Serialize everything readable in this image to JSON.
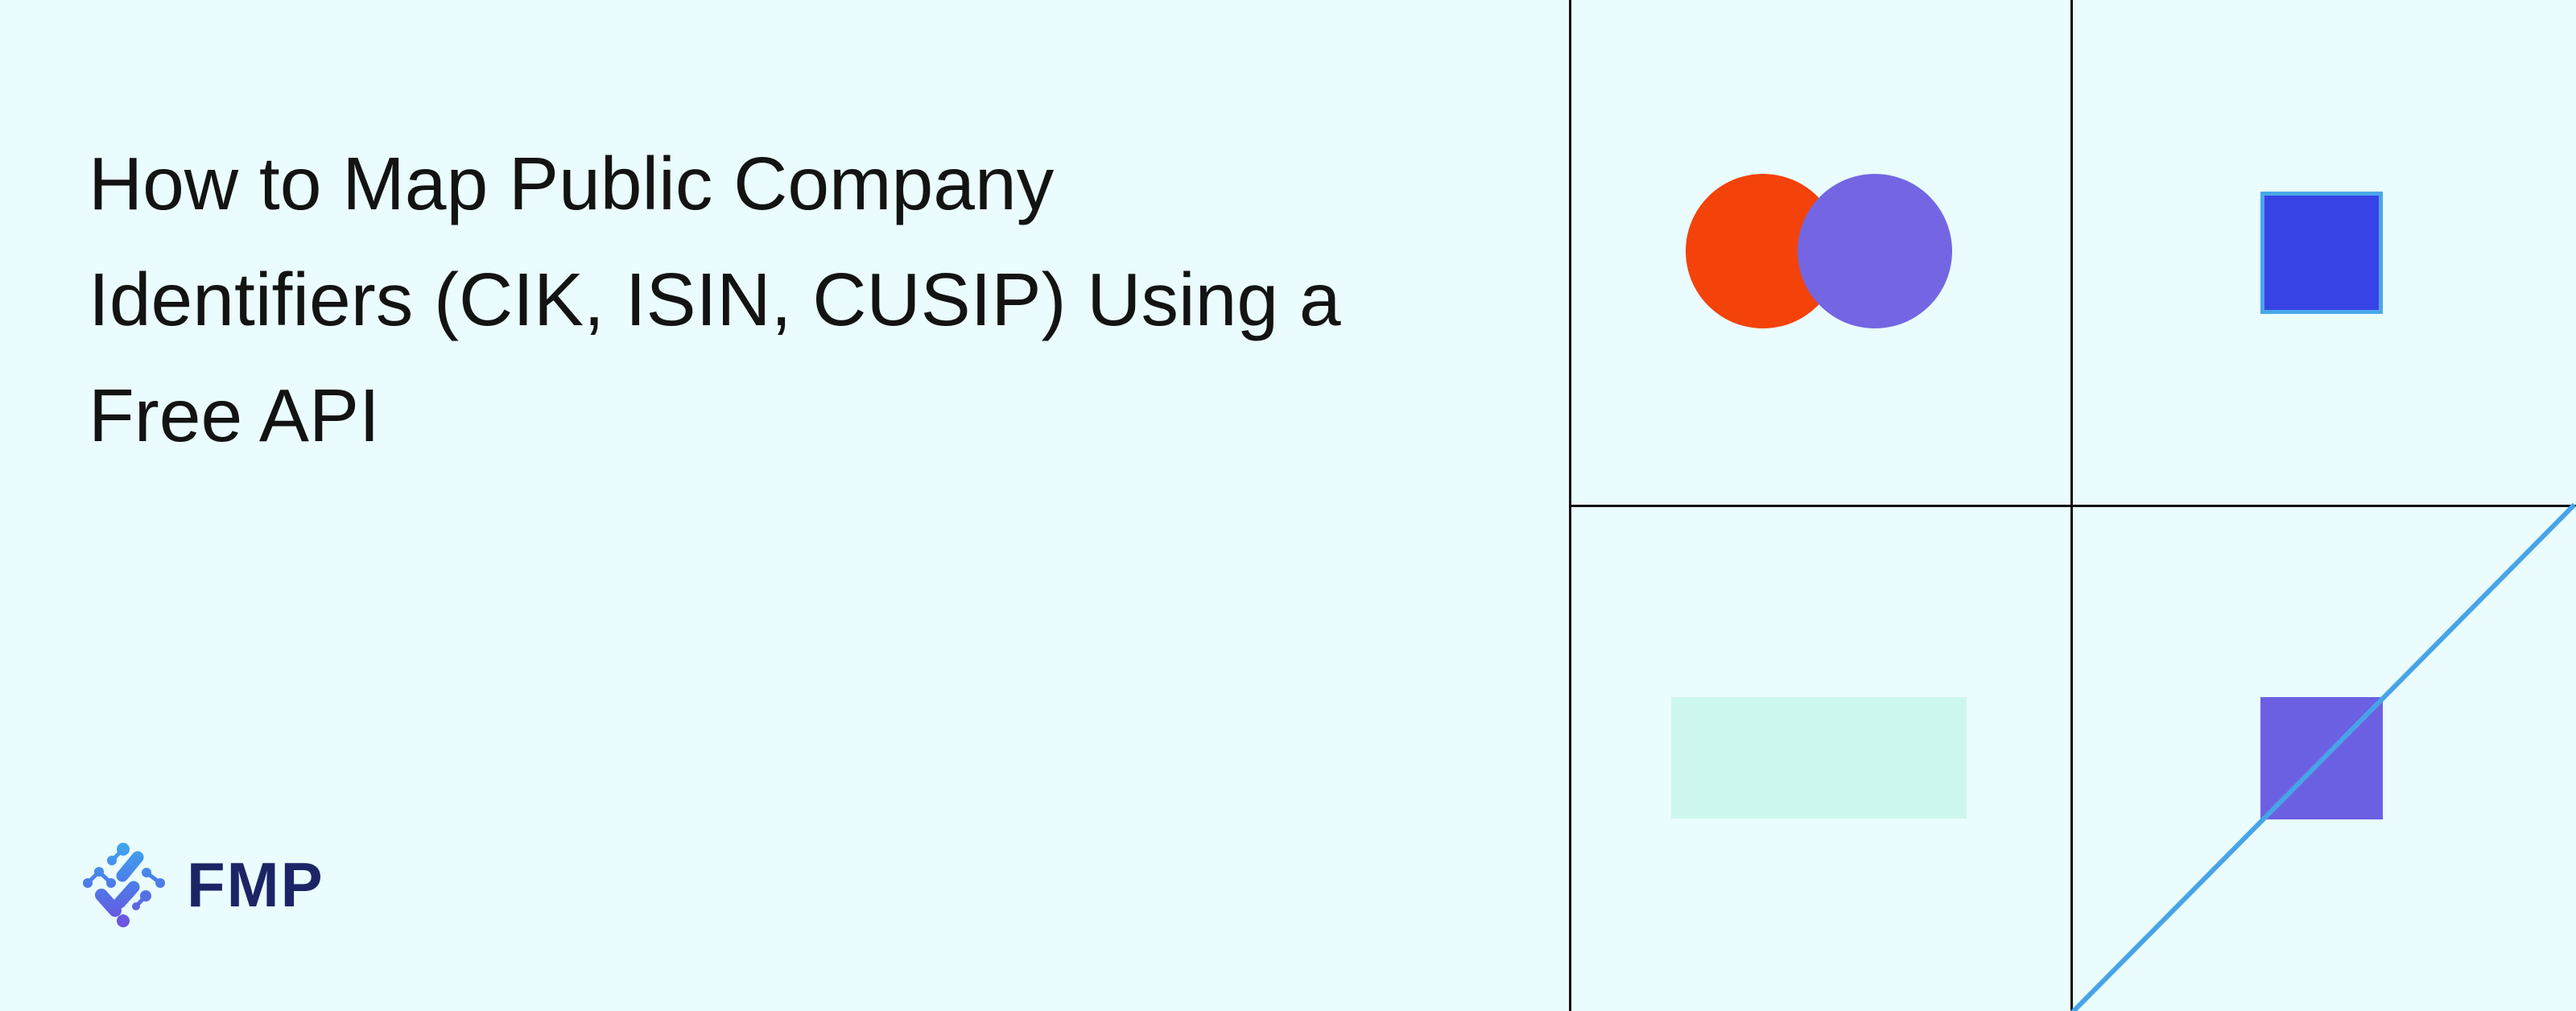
{
  "banner": {
    "title": "How to Map Public Company\nIdentifiers (CIK, ISIN, CUSIP) Using a\nFree API",
    "logo": {
      "wordmark": "FMP",
      "mark": "fmp-gradient-dots-and-pills-diamond"
    },
    "colors": {
      "background": "#EAFCFD",
      "title_text": "#131313",
      "logo_wordmark": "#1B2566",
      "logo_gradient_start": "#3EA8F0",
      "logo_gradient_end": "#7050E0",
      "grid_line": "#0D0D11",
      "circle_orange": "#F4420B",
      "circle_purple": "#7466E2",
      "square_blue_fill": "#3843E6",
      "square_blue_border": "#49A7E9",
      "rect_mint": "#CDF7EE",
      "square_purple": "#6C60E2",
      "diagonal_line": "#47A4E8"
    },
    "illustration": {
      "grid": "2x2 ruled grid on right side, full-height vertical lines, half-width horizontal line",
      "cells": [
        {
          "position": "top-left",
          "shape": "two-overlapping-circles",
          "colors": [
            "#F4420B",
            "#7466E2"
          ]
        },
        {
          "position": "top-right",
          "shape": "square-with-border",
          "fill": "#3843E6",
          "border": "#49A7E9"
        },
        {
          "position": "bottom-left",
          "shape": "rectangle",
          "fill": "#CDF7EE"
        },
        {
          "position": "bottom-right",
          "shape": "square-with-diagonal-line",
          "fill": "#6C60E2",
          "line": "#47A4E8"
        }
      ]
    }
  }
}
